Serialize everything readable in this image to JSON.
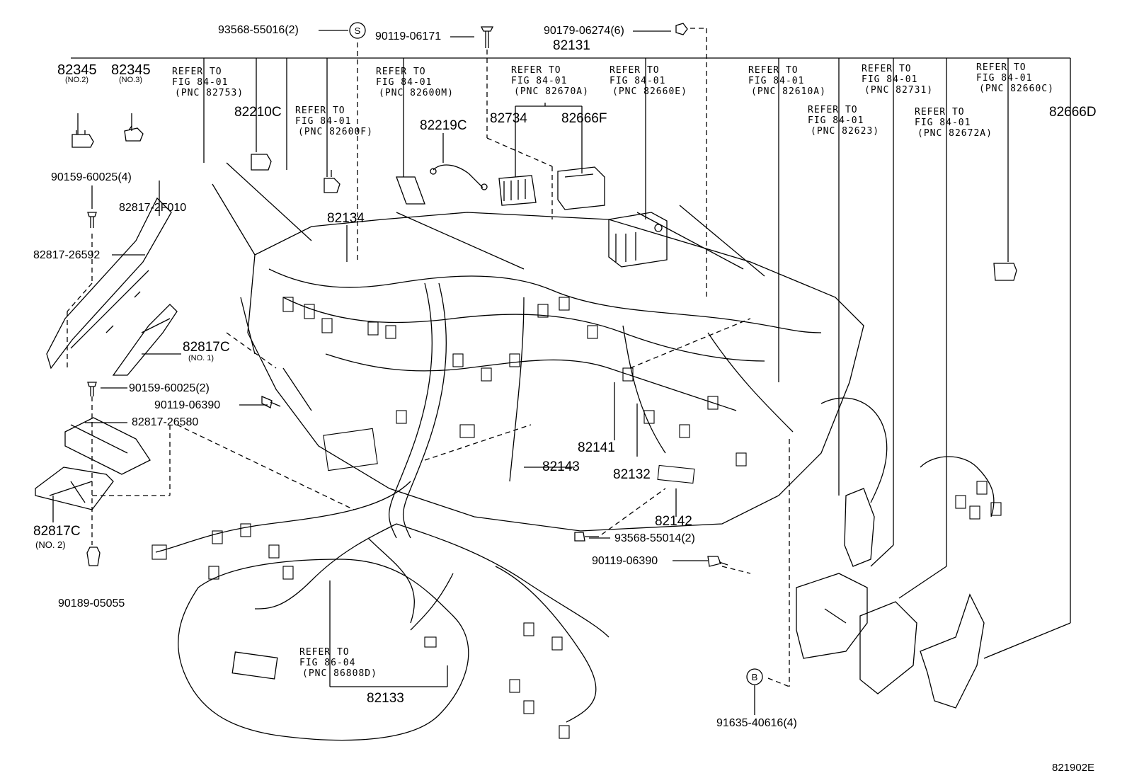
{
  "figure_id": "821902E",
  "callouts": {
    "p93568_55016": "93568-55016(2)",
    "p90119_06171": "90119-06171",
    "p90179_06274": "90179-06274(6)",
    "p82131": "82131",
    "p82345_a": "82345",
    "p82345_a_sub": "(NO.2)",
    "p82345_b": "82345",
    "p82345_b_sub": "(NO.3)",
    "p82210c": "82210C",
    "p82219c": "82219C",
    "p82734": "82734",
    "p82666f": "82666F",
    "p82666d": "82666D",
    "p90159_60025_4": "90159-60025(4)",
    "p82817_2f010": "82817-2F010",
    "p82817_26592": "82817-26592",
    "p82134": "82134",
    "p82817c_1": "82817C",
    "p82817c_1_sub": "(NO. 1)",
    "p90159_60025_2": "90159-60025(2)",
    "p90119_06390_a": "90119-06390",
    "p82817_26580": "82817-26580",
    "p82817c_2": "82817C",
    "p82817c_2_sub": "(NO. 2)",
    "p90189_05055": "90189-05055",
    "p82141": "82141",
    "p82143": "82143",
    "p82132": "82132",
    "p82142": "82142",
    "p93568_55014": "93568-55014(2)",
    "p90119_06390_b": "90119-06390",
    "p82133": "82133",
    "p91635_40616": "91635-40616(4)"
  },
  "references": [
    {
      "l1": "REFER TO",
      "l2": "FIG 84-01",
      "l3": "(PNC 82753)"
    },
    {
      "l1": "REFER TO",
      "l2": "FIG 84-01",
      "l3": "(PNC 82600F)"
    },
    {
      "l1": "REFER TO",
      "l2": "FIG 84-01",
      "l3": "(PNC 82600M)"
    },
    {
      "l1": "REFER TO",
      "l2": "FIG 84-01",
      "l3": "(PNC 82670A)"
    },
    {
      "l1": "REFER TO",
      "l2": "FIG 84-01",
      "l3": "(PNC 82660E)"
    },
    {
      "l1": "REFER TO",
      "l2": "FIG 84-01",
      "l3": "(PNC 82610A)"
    },
    {
      "l1": "REFER TO",
      "l2": "FIG 84-01",
      "l3": "(PNC 82623)"
    },
    {
      "l1": "REFER TO",
      "l2": "FIG 84-01",
      "l3": "(PNC 82731)"
    },
    {
      "l1": "REFER TO",
      "l2": "FIG 84-01",
      "l3": "(PNC 82672A)"
    },
    {
      "l1": "REFER TO",
      "l2": "FIG 84-01",
      "l3": "(PNC 82660C)"
    },
    {
      "l1": "REFER TO",
      "l2": "FIG 86-04",
      "l3": "(PNC 86808D)"
    }
  ],
  "symbols": {
    "s_mark": "S",
    "b_mark": "B"
  }
}
